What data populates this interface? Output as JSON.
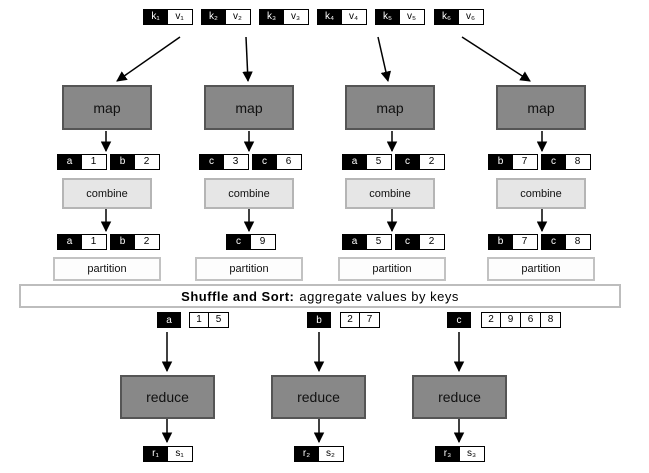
{
  "inputs": [
    {
      "k": "k₁",
      "v": "v₁"
    },
    {
      "k": "k₂",
      "v": "v₂"
    },
    {
      "k": "k₃",
      "v": "v₃"
    },
    {
      "k": "k₄",
      "v": "v₄"
    },
    {
      "k": "k₅",
      "v": "v₅"
    },
    {
      "k": "k₆",
      "v": "v₆"
    }
  ],
  "mappers": [
    {
      "map_label": "map",
      "map_out": [
        {
          "k": "a",
          "v": "1"
        },
        {
          "k": "b",
          "v": "2"
        }
      ],
      "combine_label": "combine",
      "combine_out": [
        {
          "k": "a",
          "v": "1"
        },
        {
          "k": "b",
          "v": "2"
        }
      ],
      "partition_label": "partition"
    },
    {
      "map_label": "map",
      "map_out": [
        {
          "k": "c",
          "v": "3"
        },
        {
          "k": "c",
          "v": "6"
        }
      ],
      "combine_label": "combine",
      "combine_out": [
        {
          "k": "c",
          "v": "9"
        }
      ],
      "partition_label": "partition"
    },
    {
      "map_label": "map",
      "map_out": [
        {
          "k": "a",
          "v": "5"
        },
        {
          "k": "c",
          "v": "2"
        }
      ],
      "combine_label": "combine",
      "combine_out": [
        {
          "k": "a",
          "v": "5"
        },
        {
          "k": "c",
          "v": "2"
        }
      ],
      "partition_label": "partition"
    },
    {
      "map_label": "map",
      "map_out": [
        {
          "k": "b",
          "v": "7"
        },
        {
          "k": "c",
          "v": "8"
        }
      ],
      "combine_label": "combine",
      "combine_out": [
        {
          "k": "b",
          "v": "7"
        },
        {
          "k": "c",
          "v": "8"
        }
      ],
      "partition_label": "partition"
    }
  ],
  "shuffle": {
    "bold": "Shuffle and Sort:",
    "rest": "aggregate values by keys"
  },
  "groups": [
    {
      "k": "a",
      "values": [
        "1",
        "5"
      ]
    },
    {
      "k": "b",
      "values": [
        "2",
        "7"
      ]
    },
    {
      "k": "c",
      "values": [
        "2",
        "9",
        "6",
        "8"
      ]
    }
  ],
  "reducers": [
    {
      "label": "reduce",
      "out": {
        "k": "r₁",
        "v": "s₁"
      }
    },
    {
      "label": "reduce",
      "out": {
        "k": "r₂",
        "v": "s₂"
      }
    },
    {
      "label": "reduce",
      "out": {
        "k": "r₃",
        "v": "s₃"
      }
    }
  ]
}
